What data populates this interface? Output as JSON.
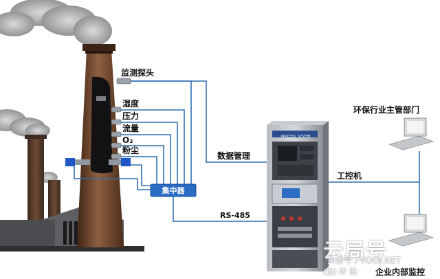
{
  "labels": {
    "probe": "监测探头",
    "humidity": "湿度",
    "pressure": "压力",
    "flow": "流量",
    "oxygen": "O₂",
    "dust": "粉尘",
    "concentrator": "集中器",
    "data_management": "数据管理",
    "rs485": "RS-485",
    "ipc": "工控机",
    "authority": "环保行业主管部门",
    "enterprise": "企业内部监控"
  },
  "cabinet": {
    "panel_text": "PROCESS SYSTEM"
  },
  "watermark": {
    "logo": "云局号",
    "line1": "头条号 / VOCs.NET",
    "line2": "(远) 环 保"
  },
  "colors": {
    "wire": "#2f6fb0",
    "hub": "#2a6cc4",
    "chimney_dark": "#5a3a26",
    "chimney_mid": "#8a5a3c",
    "cabinet": "#8f9399"
  }
}
